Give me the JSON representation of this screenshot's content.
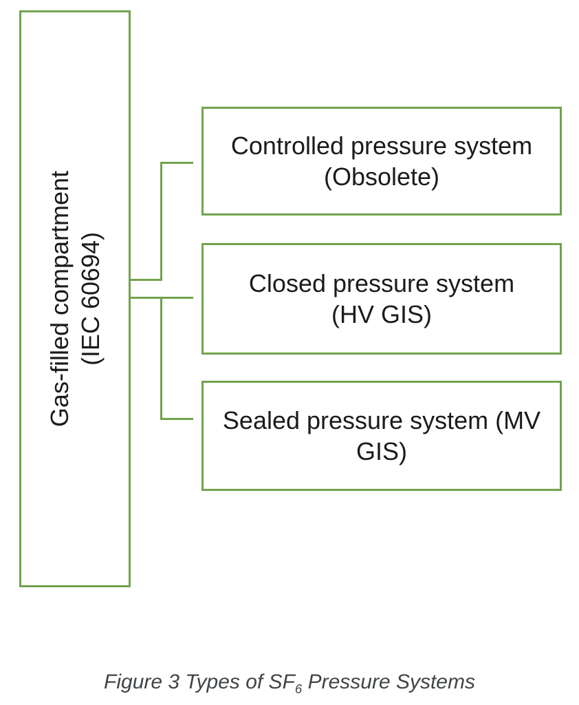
{
  "diagram": {
    "root": {
      "line1": "Gas-filled compartment",
      "line2": "(IEC 60694)"
    },
    "children": [
      {
        "line1": "Controlled pressure system",
        "line2": "(Obsolete)"
      },
      {
        "line1": "Closed pressure system",
        "line2": "(HV GIS)"
      },
      {
        "line1": "Sealed pressure system (MV",
        "line2": "GIS)"
      }
    ],
    "colors": {
      "border_green": "#72a24d",
      "text_black": "#1b1b1b",
      "caption_gray": "#404447"
    }
  },
  "caption": {
    "prefix": "Figure 3 Types of SF",
    "subscript": "6",
    "suffix": " Pressure Systems"
  }
}
